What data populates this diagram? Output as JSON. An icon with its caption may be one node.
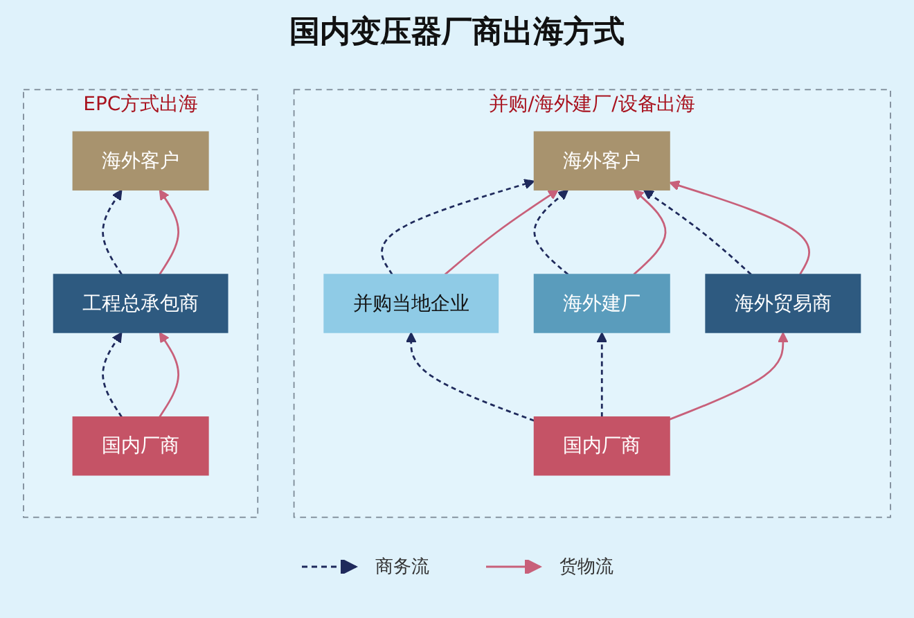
{
  "diagram": {
    "title": "国内变压器厂商出海方式",
    "nodes": [
      {
        "text": [
          "EPC方式出海"
        ]
      },
      {
        "text": [
          "海外客户"
        ],
        "in": 0
      },
      {
        "text": [
          "工程总承包商"
        ],
        "in": 0
      },
      {
        "text": [
          "国内厂商"
        ],
        "in": 0
      },
      {
        "text": [
          "并购/海外建厂/设备出海"
        ]
      },
      {
        "text": [
          "海外客户"
        ],
        "in": 4
      },
      {
        "text": [
          "并购当地企业"
        ],
        "in": 4
      },
      {
        "text": [
          "海外建厂"
        ],
        "in": 4
      },
      {
        "text": [
          "海外贸易商"
        ],
        "in": 4
      },
      {
        "text": [
          "国内厂商"
        ],
        "in": 4
      }
    ],
    "edges": [
      {
        "from": 2,
        "to": 1,
        "arrow": "to",
        "style": "dashed",
        "color": "#1f2a5c"
      },
      {
        "from": 2,
        "to": 1,
        "arrow": "to",
        "color": "#c8607a"
      },
      {
        "from": 3,
        "to": 2,
        "arrow": "to",
        "style": "dashed",
        "color": "#1f2a5c"
      },
      {
        "from": 3,
        "to": 2,
        "arrow": "to",
        "color": "#c8607a"
      },
      {
        "from": 6,
        "to": 5,
        "arrow": "to",
        "style": "dashed",
        "color": "#1f2a5c"
      },
      {
        "from": 6,
        "to": 5,
        "arrow": "to",
        "color": "#c8607a"
      },
      {
        "from": 7,
        "to": 5,
        "arrow": "to",
        "style": "dashed",
        "color": "#1f2a5c"
      },
      {
        "from": 7,
        "to": 5,
        "arrow": "to",
        "color": "#c8607a"
      },
      {
        "from": 8,
        "to": 5,
        "arrow": "to",
        "style": "dashed",
        "color": "#1f2a5c"
      },
      {
        "from": 8,
        "to": 5,
        "arrow": "to",
        "color": "#c8607a"
      },
      {
        "from": 9,
        "to": 6,
        "arrow": "to",
        "style": "dashed",
        "color": "#1f2a5c"
      },
      {
        "from": 9,
        "to": 7,
        "arrow": "to",
        "style": "dashed",
        "color": "#1f2a5c"
      },
      {
        "from": 9,
        "to": 8,
        "arrow": "to",
        "color": "#c8607a"
      }
    ],
    "legend": [
      {
        "text": "商务流"
      },
      {
        "text": "货物流"
      }
    ]
  }
}
